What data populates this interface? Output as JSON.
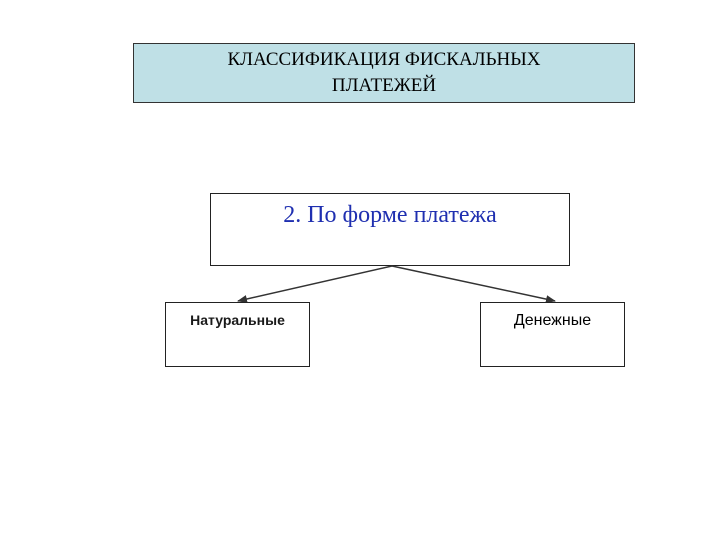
{
  "title": "КЛАССИФИКАЦИЯ ФИСКАЛЬНЫХ\nПЛАТЕЖЕЙ",
  "main_node": {
    "label": "2. По форме платежа"
  },
  "children": [
    {
      "label": "Натуральные"
    },
    {
      "label": "Денежные"
    }
  ],
  "colors": {
    "title_background": "#bfe0e6",
    "main_text": "#1f2fb0"
  }
}
